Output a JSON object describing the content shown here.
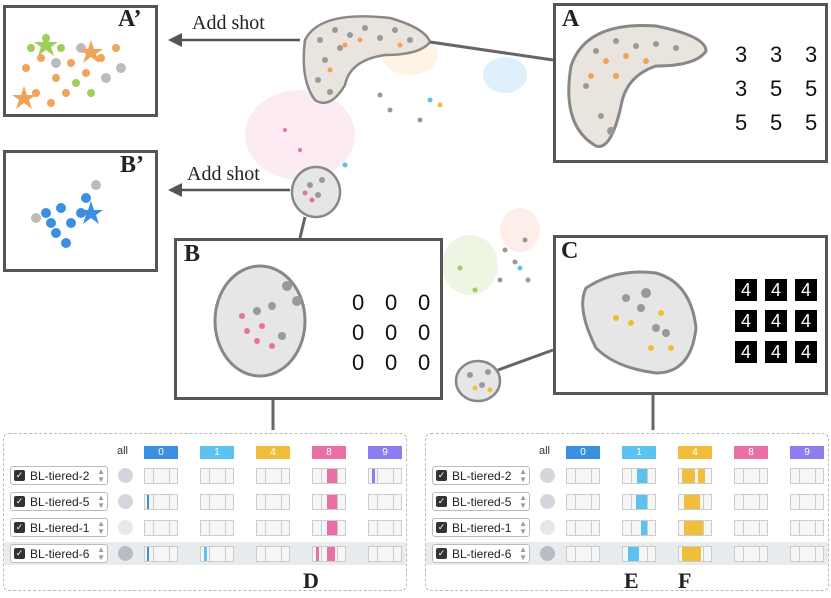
{
  "panels": {
    "a_prime": "A’",
    "b_prime": "B’",
    "a": "A",
    "b": "B",
    "c": "C"
  },
  "add_shot": "Add shot",
  "digits_a": [
    "3",
    "3",
    "3",
    "3",
    "5",
    "5",
    "5",
    "5",
    "5"
  ],
  "digits_b": [
    "0",
    "0",
    "0",
    "0",
    "0",
    "0",
    "0",
    "0",
    "0"
  ],
  "digits_c": [
    "4",
    "4",
    "4",
    "4",
    "4",
    "4",
    "4",
    "4",
    "4"
  ],
  "tables": [
    {
      "all_label": "all",
      "headers": [
        {
          "label": "0",
          "color": "#3b8fe0"
        },
        {
          "label": "1",
          "color": "#5cc2ef"
        },
        {
          "label": "4",
          "color": "#f0be3a"
        },
        {
          "label": "8",
          "color": "#ea6fa6"
        },
        {
          "label": "9",
          "color": "#8c7ef0"
        }
      ],
      "rows": [
        "BL-tiered-2",
        "BL-tiered-5",
        "BL-tiered-1",
        "BL-tiered-6"
      ],
      "marker": "D"
    },
    {
      "all_label": "all",
      "headers": [
        {
          "label": "0",
          "color": "#3b8fe0"
        },
        {
          "label": "1",
          "color": "#5cc2ef"
        },
        {
          "label": "4",
          "color": "#f0be3a"
        },
        {
          "label": "8",
          "color": "#ea6fa6"
        },
        {
          "label": "9",
          "color": "#8c7ef0"
        }
      ],
      "rows": [
        "BL-tiered-2",
        "BL-tiered-5",
        "BL-tiered-1",
        "BL-tiered-6"
      ],
      "markers": [
        "E",
        "F"
      ]
    }
  ]
}
